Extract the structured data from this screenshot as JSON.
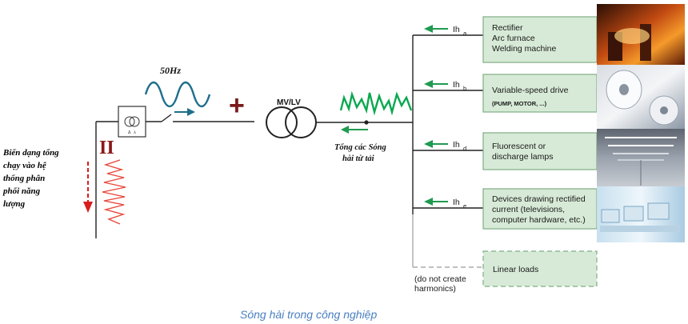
{
  "diagram": {
    "left_annotation_lines": [
      "Biến dạng tổng",
      "chạy vào hệ",
      "thống phân",
      "phối năng",
      "lượng"
    ],
    "equals_sign": "II",
    "plus_sign": "+",
    "frequency_label": "50Hz",
    "transformer_label": "MV/LV",
    "load_sum_label_lines": [
      "Tổng các Sóng",
      "hài từ tải"
    ],
    "branches": [
      {
        "current_label": "Ih",
        "current_subscript": "a",
        "box_lines": [
          "Rectifier",
          "Arc furnace",
          "Welding machine"
        ],
        "photo": "steel-furnace-photo"
      },
      {
        "current_label": "Ih",
        "current_subscript": "b",
        "box_lines": [
          "Variable-speed drive"
        ],
        "box_subline": "(PUMP, MOTOR, ...)",
        "photo": "paper-roll-machine-photo"
      },
      {
        "current_label": "Ih",
        "current_subscript": "d",
        "box_lines": [
          "Fluorescent or",
          "discharge lamps"
        ],
        "photo": "factory-hall-lights-photo"
      },
      {
        "current_label": "Ih",
        "current_subscript": "e",
        "box_lines": [
          "Devices drawing rectified",
          "current (televisions,",
          "computer hardware, etc.)"
        ],
        "photo": "computer-lab-photo"
      }
    ],
    "linear_load": {
      "box_label": "Linear loads",
      "note_lines": [
        "(do not create",
        "harmonics)"
      ]
    }
  },
  "caption": "Sóng hài trong công nghiệp",
  "colors": {
    "green_arrow": "#1f9a50",
    "green_wave": "#0aa84f",
    "box_fill": "#d7ead7",
    "box_border": "#7fae86",
    "red_arrow": "#d81e1e",
    "red_wave": "#e8473b",
    "sine_blue": "#1f6e8c",
    "plus_color": "#7a1a1a",
    "caption_color": "#4a7fc1"
  }
}
